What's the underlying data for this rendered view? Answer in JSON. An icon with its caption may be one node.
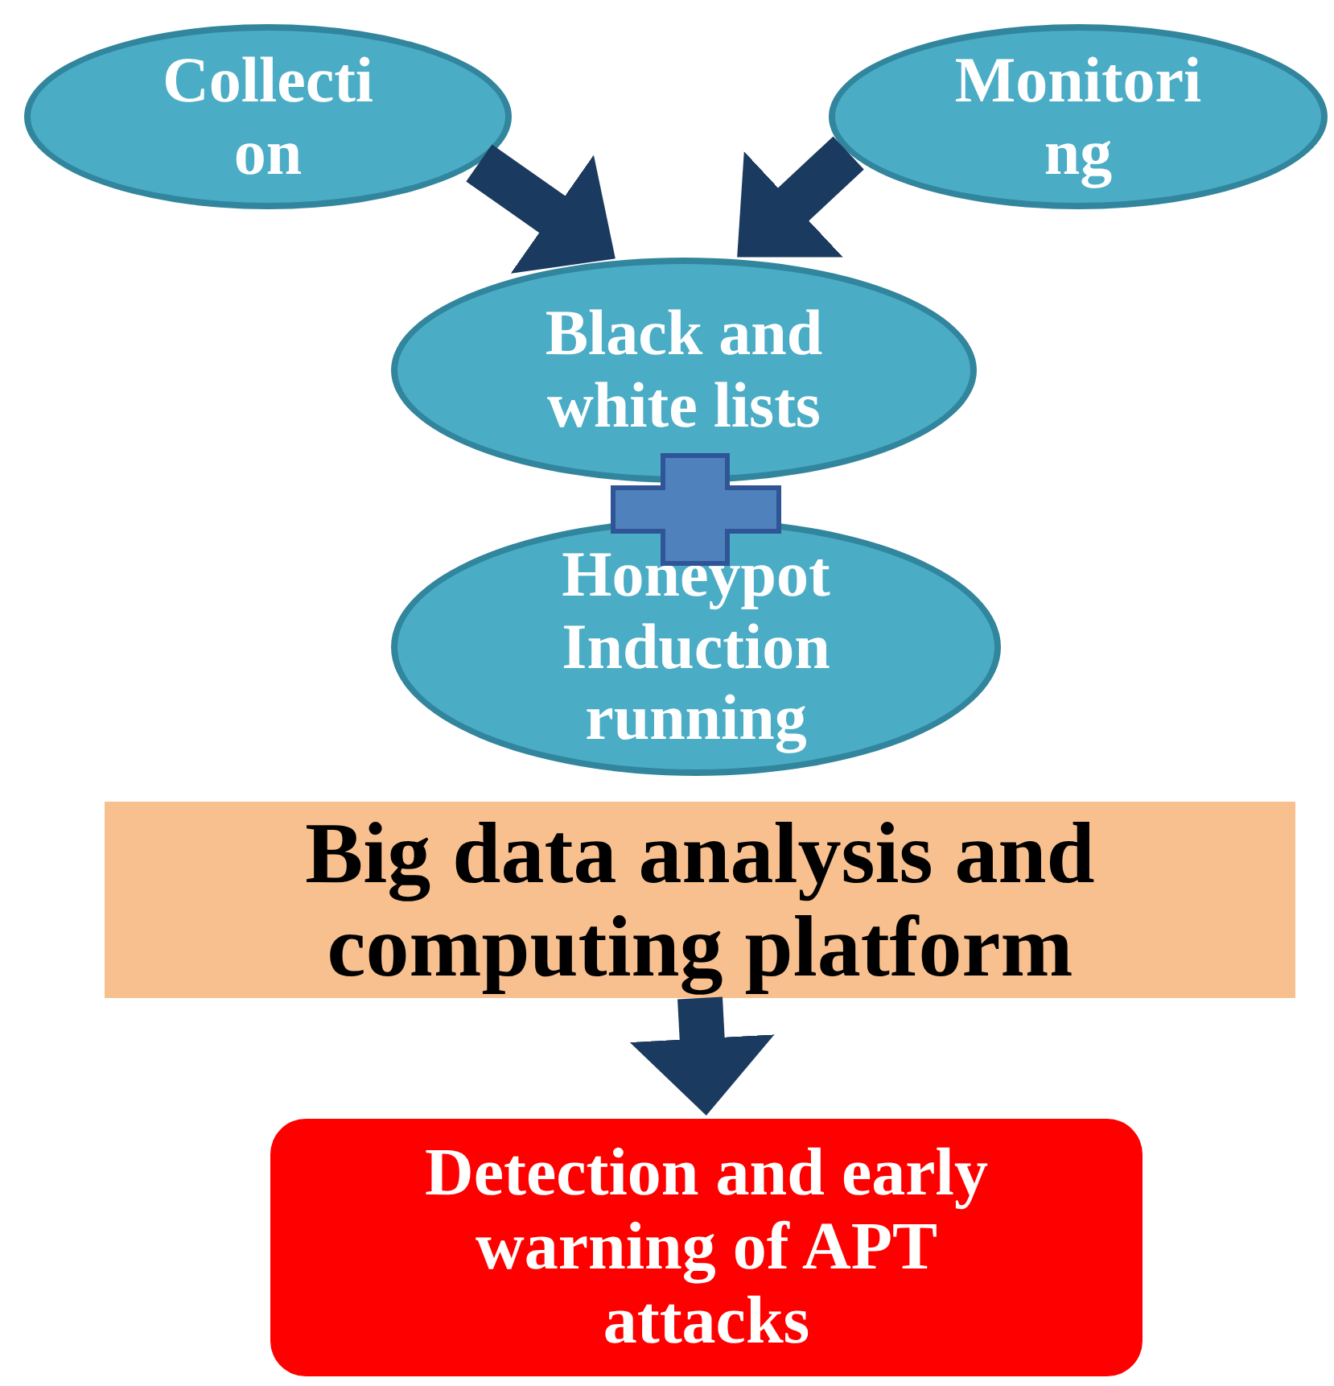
{
  "diagram": {
    "nodes": [
      {
        "text": [
          "Collection"
        ]
      },
      {
        "text": [
          "Monitoring"
        ]
      },
      {
        "text": [
          "Black and white lists"
        ]
      },
      {
        "text": [
          "Honeypot Induction running"
        ]
      },
      {
        "text": [
          "Big data analysis and computing platform"
        ]
      },
      {
        "text": [
          "Detection and early warning of APT attacks"
        ]
      }
    ],
    "edges": [
      {
        "from": 0,
        "to": 2,
        "arrow": "to"
      },
      {
        "from": 1,
        "to": 2,
        "arrow": "to"
      },
      {
        "from": 4,
        "to": 5,
        "arrow": "to"
      }
    ]
  }
}
